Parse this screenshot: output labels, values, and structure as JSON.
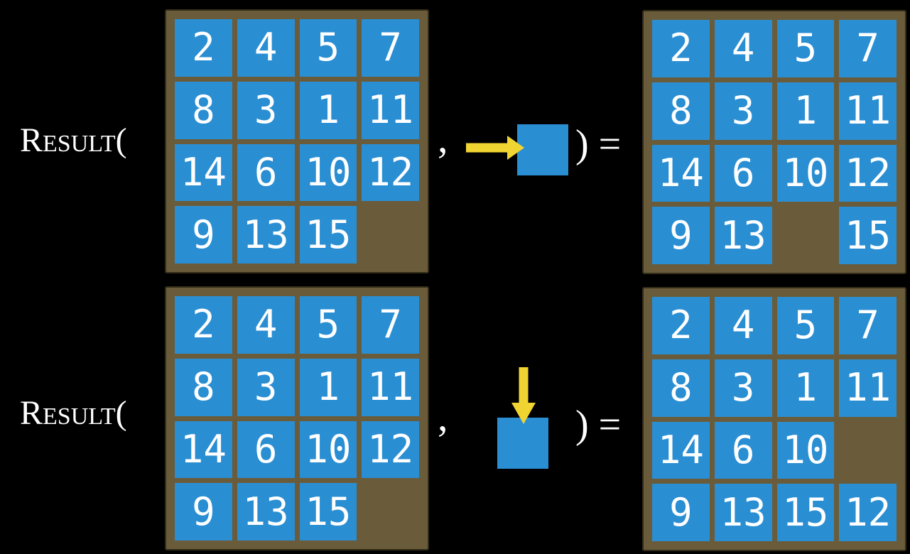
{
  "colors": {
    "background": "#000000",
    "tile_blue": "#2a8ed3",
    "frame_brown": "#6a5c3a",
    "frame_border": "#332c19",
    "arrow_yellow": "#f0d532",
    "text_white": "#ffffff"
  },
  "equations": [
    {
      "function_label": "Result",
      "open_paren": "(",
      "comma": ",",
      "action": {
        "icon": "arrow-right-icon",
        "direction": "right"
      },
      "close_paren": ")",
      "equals": "=",
      "input_grid": {
        "rows": [
          [
            "2",
            "4",
            "5",
            "7"
          ],
          [
            "8",
            "3",
            "1",
            "11"
          ],
          [
            "14",
            "6",
            "10",
            "12"
          ],
          [
            "9",
            "13",
            "15",
            null
          ]
        ]
      },
      "result_grid": {
        "rows": [
          [
            "2",
            "4",
            "5",
            "7"
          ],
          [
            "8",
            "3",
            "1",
            "11"
          ],
          [
            "14",
            "6",
            "10",
            "12"
          ],
          [
            "9",
            "13",
            null,
            "15"
          ]
        ]
      }
    },
    {
      "function_label": "Result",
      "open_paren": "(",
      "comma": ",",
      "action": {
        "icon": "arrow-down-icon",
        "direction": "down"
      },
      "close_paren": ")",
      "equals": "=",
      "input_grid": {
        "rows": [
          [
            "2",
            "4",
            "5",
            "7"
          ],
          [
            "8",
            "3",
            "1",
            "11"
          ],
          [
            "14",
            "6",
            "10",
            "12"
          ],
          [
            "9",
            "13",
            "15",
            null
          ]
        ]
      },
      "result_grid": {
        "rows": [
          [
            "2",
            "4",
            "5",
            "7"
          ],
          [
            "8",
            "3",
            "1",
            "11"
          ],
          [
            "14",
            "6",
            "10",
            null
          ],
          [
            "9",
            "13",
            "15",
            "12"
          ]
        ]
      }
    }
  ]
}
